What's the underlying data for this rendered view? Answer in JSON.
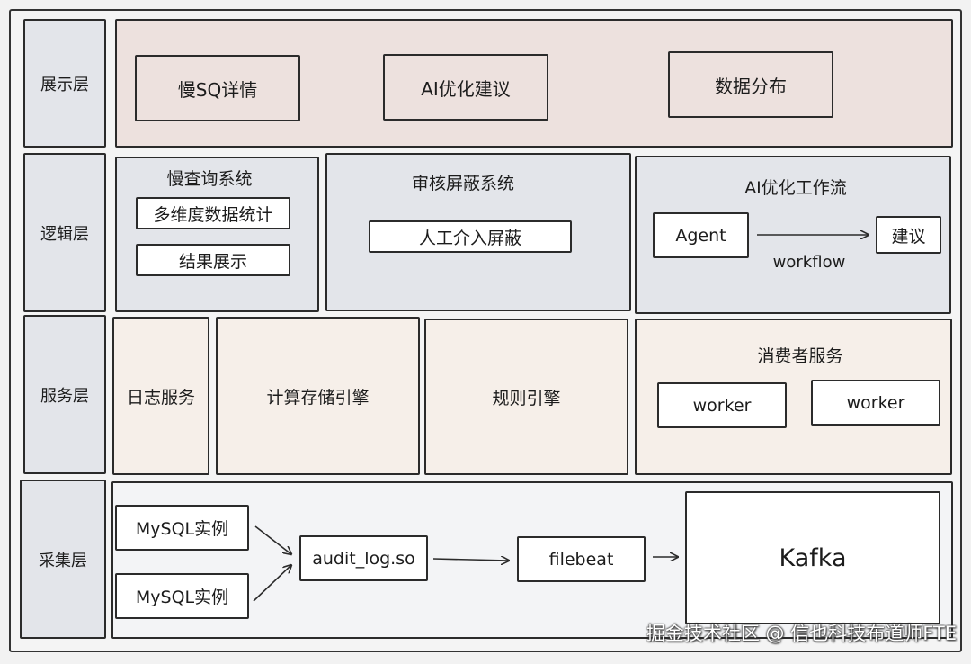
{
  "layers": {
    "presentation": "展示层",
    "logic": "逻辑层",
    "service": "服务层",
    "collection": "采集层"
  },
  "presentation": {
    "slow_sql_detail": "慢SQ详情",
    "ai_suggestion": "AI优化建议",
    "data_distribution": "数据分布"
  },
  "logic": {
    "slow_query_system": {
      "title": "慢查询系统",
      "items": [
        "多维度数据统计",
        "结果展示"
      ]
    },
    "audit_block_system": {
      "title": "审核屏蔽系统",
      "items": [
        "人工介入屏蔽"
      ]
    },
    "ai_workflow": {
      "title": "AI优化工作流",
      "agent": "Agent",
      "suggestion": "建议",
      "edge_label": "workflow"
    }
  },
  "service": {
    "log_service": "日志服务",
    "compute_storage_engine": "计算存储引擎",
    "rule_engine": "规则引擎",
    "consumer_service": {
      "title": "消费者服务",
      "workers": [
        "worker",
        "worker"
      ]
    }
  },
  "collection": {
    "mysql_instances": [
      "MySQL实例",
      "MySQL实例"
    ],
    "audit_plugin": "audit_log.so",
    "filebeat": "filebeat",
    "kafka": "Kafka"
  },
  "watermark": "掘金技术社区 @ 信也科技布道师FTE",
  "colors": {
    "presentation_bg": "#ede1de",
    "logic_bg": "#e3e5ea",
    "service_bg": "#f6efe9",
    "collection_bg": "#f3f4f6",
    "stroke": "#2b2b2b"
  }
}
